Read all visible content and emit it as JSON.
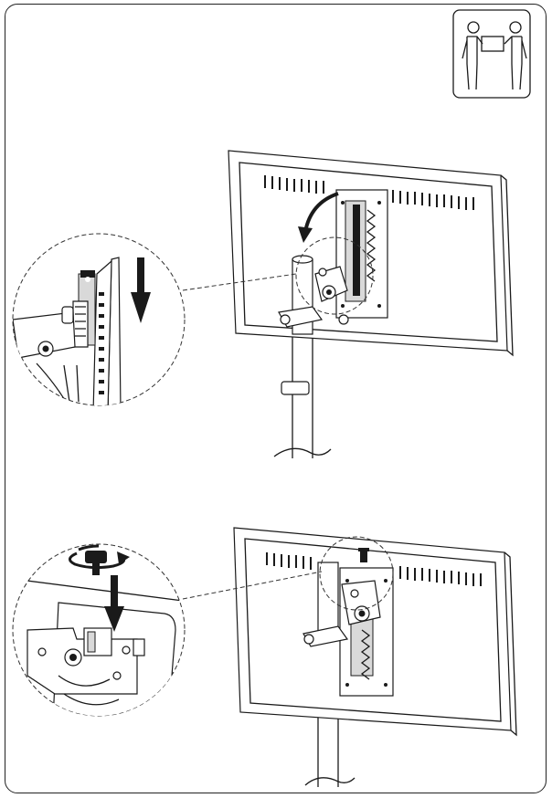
{
  "colors": {
    "line": "#1a1a1a",
    "paper": "#ffffff",
    "hatch": "#1a1a1a",
    "shade": "#d9d9d9"
  },
  "icons": {
    "two_person_lift": "two-person-lift-icon",
    "rotate_arrow": "curved-arrow-icon",
    "down_arrow": "down-arrow-icon",
    "knob_rotate": "rotate-knob-icon"
  },
  "steps": [
    {
      "id": "step-hang-monitor",
      "elements": [
        "monitor-back",
        "vesa-bracket",
        "pole",
        "detail-callout"
      ]
    },
    {
      "id": "step-tighten-knob",
      "elements": [
        "monitor-back",
        "vesa-bracket",
        "pole",
        "detail-callout"
      ]
    }
  ]
}
